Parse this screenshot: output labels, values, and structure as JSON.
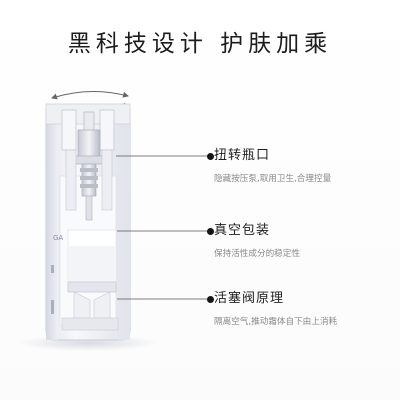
{
  "headline": "黑科技设计 护肤加乘",
  "features": [
    {
      "icon": "bullet-dot-icon",
      "title": "扭转瓶口",
      "description": "隐藏按压泵,取用卫生,合理控量"
    },
    {
      "icon": "bullet-dot-icon",
      "title": "真空包装",
      "description": "保持活性成分的稳定性"
    },
    {
      "icon": "bullet-dot-icon",
      "title": "活塞阀原理",
      "description": "隔离空气,推动霜体自下由上消耗"
    }
  ],
  "product": {
    "label_text": "GA"
  },
  "colors": {
    "background": "#ffffff",
    "text_dark": "#1c1c1c",
    "text_muted": "#8a8a8a",
    "bottle_shadow": "#c9ccd6"
  }
}
